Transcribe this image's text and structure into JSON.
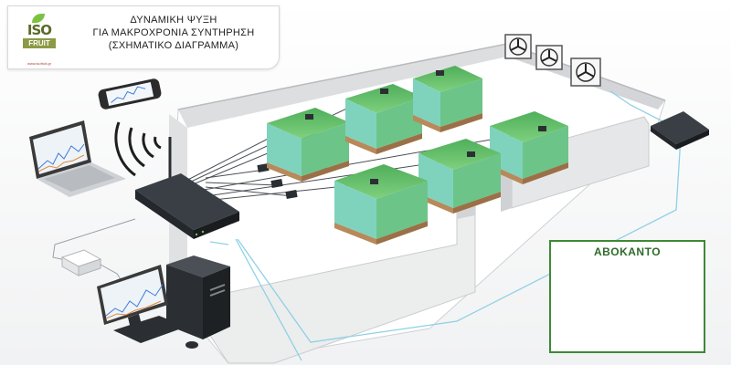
{
  "title": {
    "lines": [
      "ΔΥΝΑΜΙΚΗ ΨΥΞΗ",
      "ΓΙΑ ΜΑΚΡΟΧΡΟΝΙΑ ΣΥΝΤΗΡΗΣΗ",
      "(ΣΧΗΜΑΤΙΚΟ ΔΙΑΓΡΑΜΜΑ)"
    ]
  },
  "logo": {
    "line1": "ISO",
    "line2": "FRUIT",
    "website": "www.isofruit.gr"
  },
  "product": {
    "label": "ΑΒΟΚΑΝΤΟ"
  },
  "colors": {
    "crate_green": "#6cc488",
    "crate_side": "#7fd3bd",
    "wall": "#e9eaeb",
    "floor": "#ffffff",
    "cable": "#8fd0e6",
    "device": "#2b2f33",
    "frame_green": "#3d8a35",
    "avocado_skin": "#3f6d1e",
    "avocado_flesh": "#d6e07a",
    "avocado_pit": "#8a5a2e"
  },
  "icons": [
    "wifi-icon",
    "fan-icon",
    "smartphone-icon",
    "laptop-icon",
    "desktop-computer-icon",
    "gateway-icon",
    "sensor-icon",
    "avocado-icon"
  ]
}
